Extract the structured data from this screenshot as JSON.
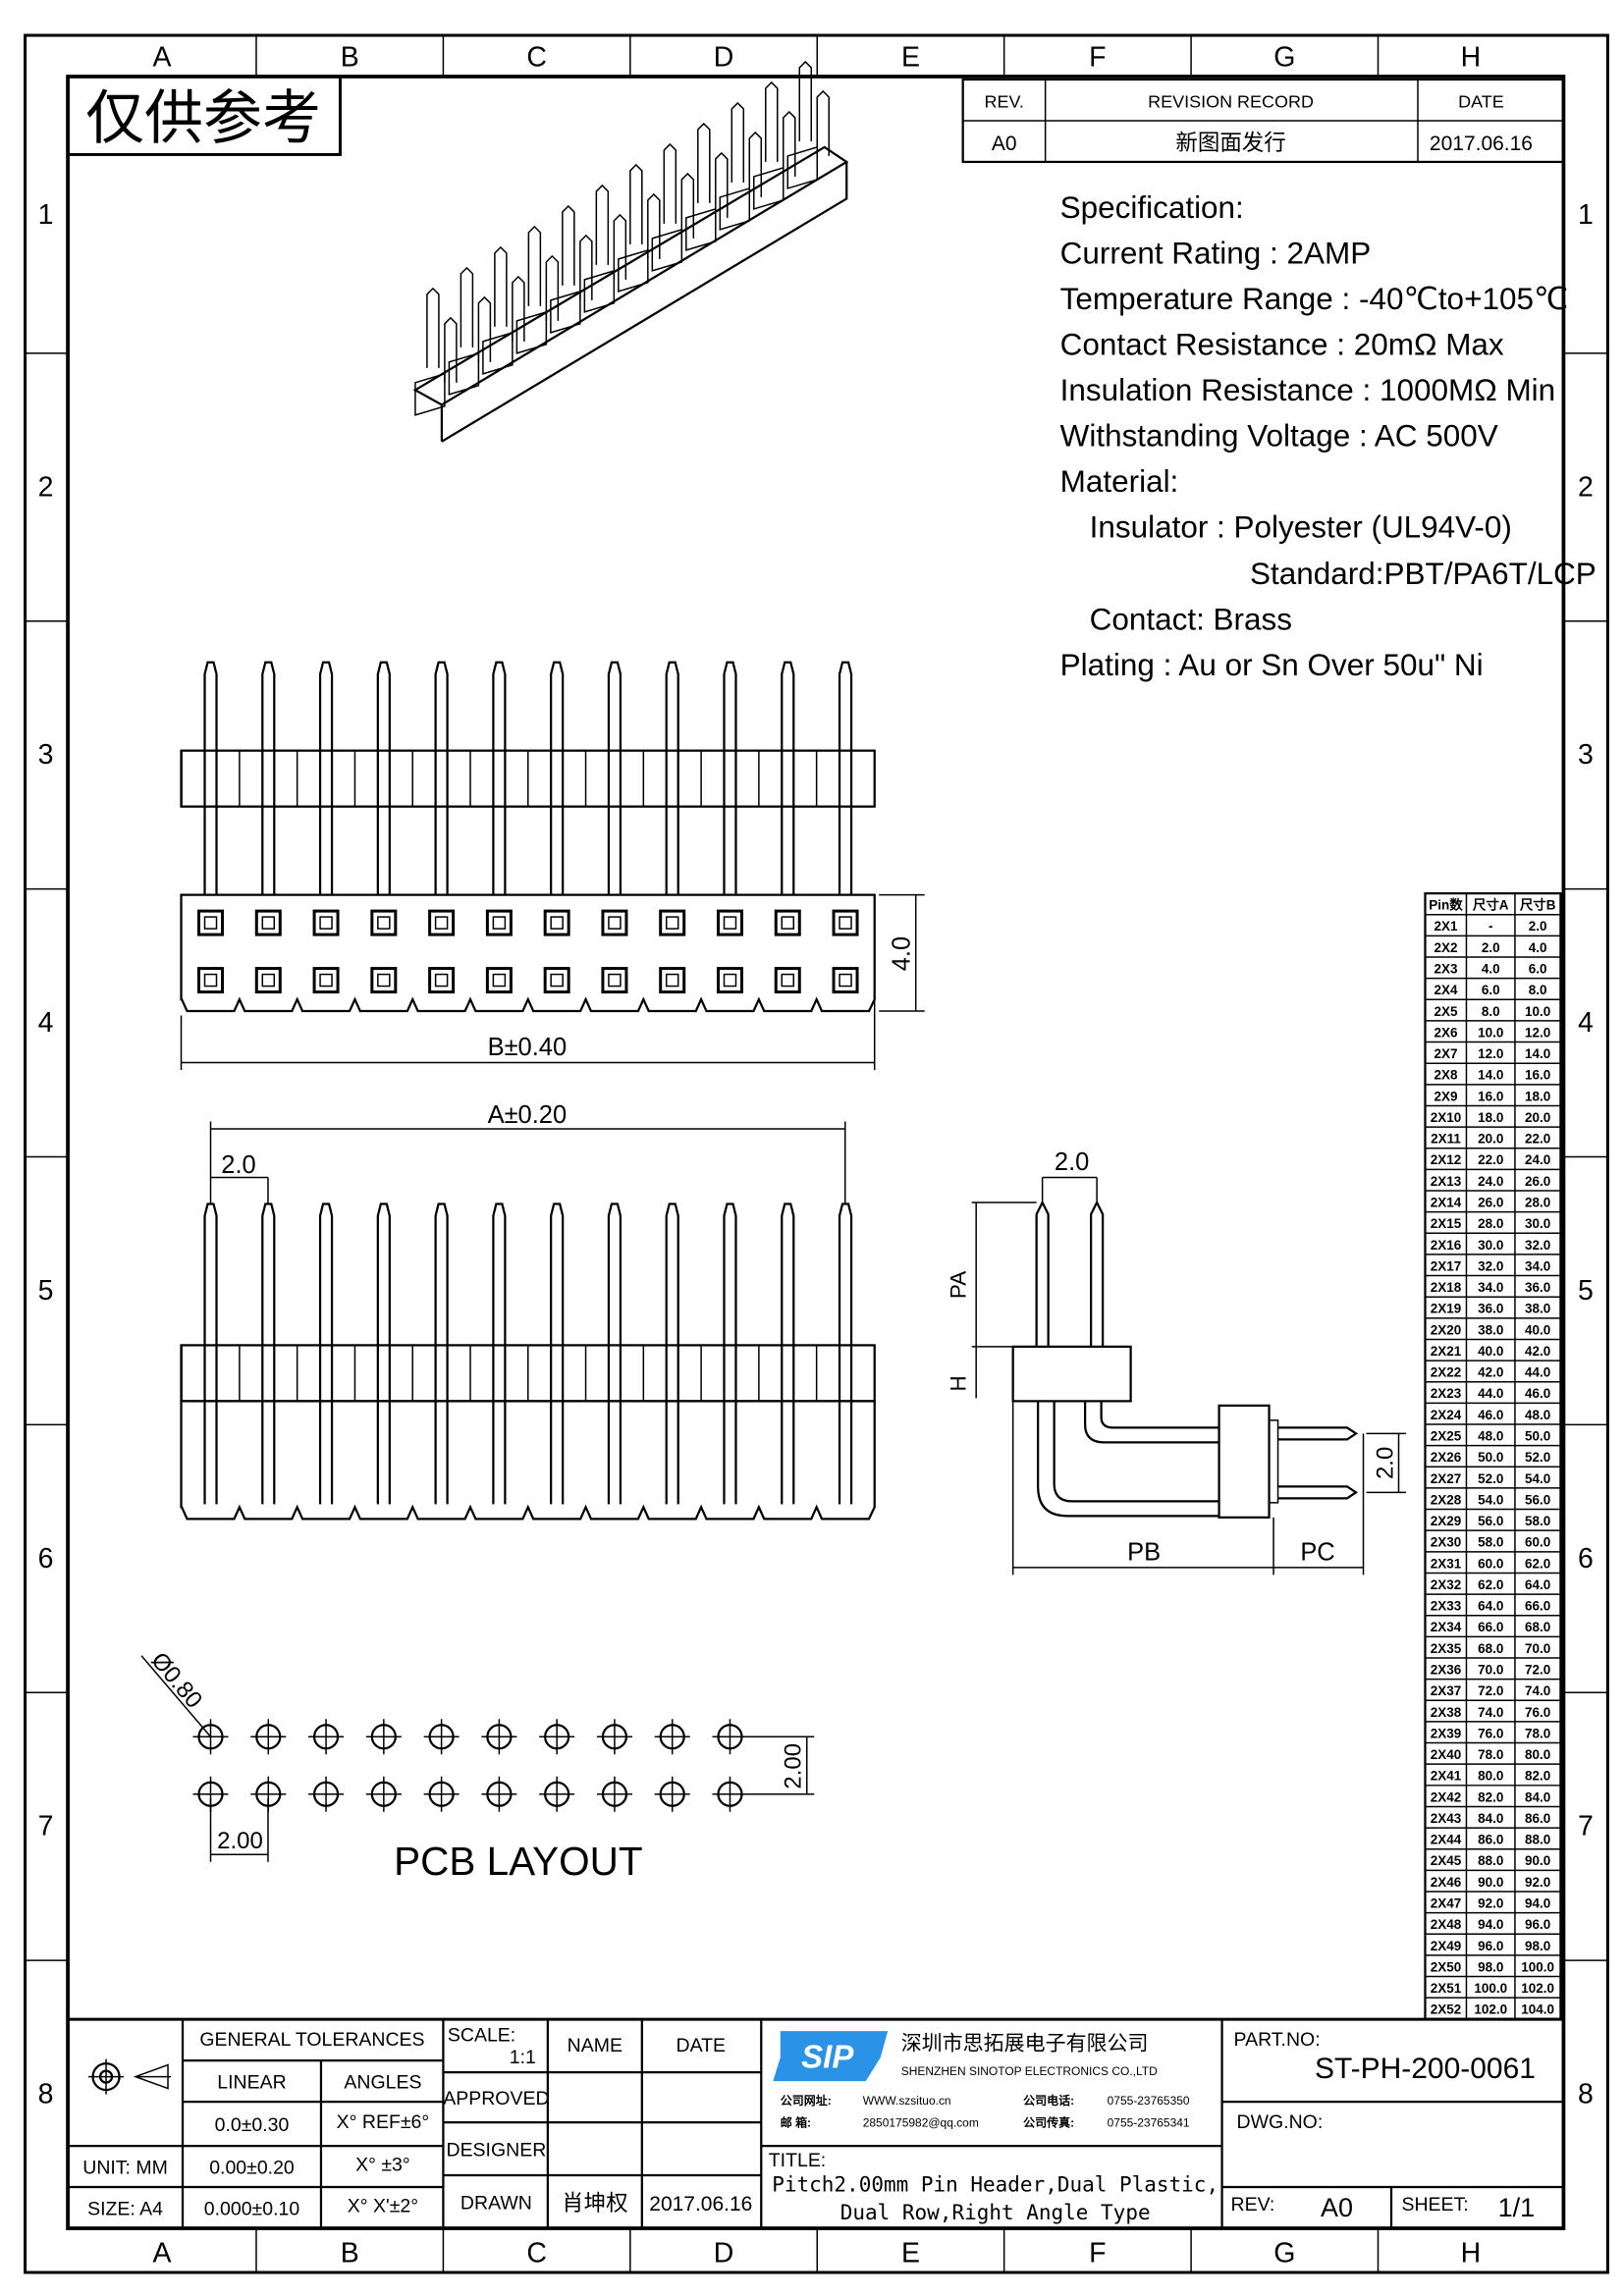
{
  "watermark": "仅供参考",
  "grid": {
    "columns": [
      "A",
      "B",
      "C",
      "D",
      "E",
      "F",
      "G",
      "H"
    ],
    "rows": [
      "1",
      "2",
      "3",
      "4",
      "5",
      "6",
      "7",
      "8"
    ]
  },
  "revision": {
    "headers": [
      "REV.",
      "REVISION RECORD",
      "DATE"
    ],
    "rev": "A0",
    "record": "新图面发行",
    "date": "2017.06.16"
  },
  "specs": [
    "Specification:",
    "Current Rating : 2AMP",
    "Temperature Range : -40℃to+105℃",
    "Contact Resistance : 20mΩ Max",
    "Insulation Resistance : 1000MΩ Min",
    "Withstanding Voltage : AC 500V",
    "Material:",
    "Insulator : Polyester (UL94V-0)",
    "Standard:PBT/PA6T/LCP",
    "Contact: Brass",
    "Plating : Au or Sn Over 50u\" Ni"
  ],
  "dims": {
    "b": "B±0.40",
    "h4": "4.0",
    "a": "A±0.20",
    "p1": "2.0",
    "p2": "2.0",
    "pa": "PA",
    "h": "H",
    "pb": "PB",
    "pc": "PC",
    "v2": "2.0",
    "dia": "Ø0.80",
    "pcb_v": "2.00",
    "pcb_h": "2.00",
    "pcb_title": "PCB LAYOUT"
  },
  "size_table": {
    "headers": [
      "Pin数",
      "尺寸A",
      "尺寸B"
    ],
    "rows": [
      [
        "2X1",
        "-",
        "2.0"
      ],
      [
        "2X2",
        "2.0",
        "4.0"
      ],
      [
        "2X3",
        "4.0",
        "6.0"
      ],
      [
        "2X4",
        "6.0",
        "8.0"
      ],
      [
        "2X5",
        "8.0",
        "10.0"
      ],
      [
        "2X6",
        "10.0",
        "12.0"
      ],
      [
        "2X7",
        "12.0",
        "14.0"
      ],
      [
        "2X8",
        "14.0",
        "16.0"
      ],
      [
        "2X9",
        "16.0",
        "18.0"
      ],
      [
        "2X10",
        "18.0",
        "20.0"
      ],
      [
        "2X11",
        "20.0",
        "22.0"
      ],
      [
        "2X12",
        "22.0",
        "24.0"
      ],
      [
        "2X13",
        "24.0",
        "26.0"
      ],
      [
        "2X14",
        "26.0",
        "28.0"
      ],
      [
        "2X15",
        "28.0",
        "30.0"
      ],
      [
        "2X16",
        "30.0",
        "32.0"
      ],
      [
        "2X17",
        "32.0",
        "34.0"
      ],
      [
        "2X18",
        "34.0",
        "36.0"
      ],
      [
        "2X19",
        "36.0",
        "38.0"
      ],
      [
        "2X20",
        "38.0",
        "40.0"
      ],
      [
        "2X21",
        "40.0",
        "42.0"
      ],
      [
        "2X22",
        "42.0",
        "44.0"
      ],
      [
        "2X23",
        "44.0",
        "46.0"
      ],
      [
        "2X24",
        "46.0",
        "48.0"
      ],
      [
        "2X25",
        "48.0",
        "50.0"
      ],
      [
        "2X26",
        "50.0",
        "52.0"
      ],
      [
        "2X27",
        "52.0",
        "54.0"
      ],
      [
        "2X28",
        "54.0",
        "56.0"
      ],
      [
        "2X29",
        "56.0",
        "58.0"
      ],
      [
        "2X30",
        "58.0",
        "60.0"
      ],
      [
        "2X31",
        "60.0",
        "62.0"
      ],
      [
        "2X32",
        "62.0",
        "64.0"
      ],
      [
        "2X33",
        "64.0",
        "66.0"
      ],
      [
        "2X34",
        "66.0",
        "68.0"
      ],
      [
        "2X35",
        "68.0",
        "70.0"
      ],
      [
        "2X36",
        "70.0",
        "72.0"
      ],
      [
        "2X37",
        "72.0",
        "74.0"
      ],
      [
        "2X38",
        "74.0",
        "76.0"
      ],
      [
        "2X39",
        "76.0",
        "78.0"
      ],
      [
        "2X40",
        "78.0",
        "80.0"
      ],
      [
        "2X41",
        "80.0",
        "82.0"
      ],
      [
        "2X42",
        "82.0",
        "84.0"
      ],
      [
        "2X43",
        "84.0",
        "86.0"
      ],
      [
        "2X44",
        "86.0",
        "88.0"
      ],
      [
        "2X45",
        "88.0",
        "90.0"
      ],
      [
        "2X46",
        "90.0",
        "92.0"
      ],
      [
        "2X47",
        "92.0",
        "94.0"
      ],
      [
        "2X48",
        "94.0",
        "96.0"
      ],
      [
        "2X49",
        "96.0",
        "98.0"
      ],
      [
        "2X50",
        "98.0",
        "100.0"
      ],
      [
        "2X51",
        "100.0",
        "102.0"
      ],
      [
        "2X52",
        "102.0",
        "104.0"
      ]
    ]
  },
  "title_block": {
    "general_tolerances": "GENERAL TOLERANCES",
    "linear": "LINEAR",
    "angles": "ANGLES",
    "lin1": "0.0±0.30",
    "ang1": "X° REF±6°",
    "unit": "UNIT: MM",
    "lin2": "0.00±0.20",
    "ang2": "X° ±3°",
    "size": "SIZE: A4",
    "lin3": "0.000±0.10",
    "ang3": "X° X'±2°",
    "scale_label": "SCALE:",
    "scale": "1:1",
    "name": "NAME",
    "date": "DATE",
    "approved": "APPROVED",
    "designer": "DESIGNER",
    "drawn": "DRAWN",
    "drawn_name": "肖坤权",
    "drawn_date": "2017.06.16",
    "logo": "SIP",
    "company_cn": "深圳市思拓展电子有限公司",
    "company_en": "SHENZHEN SINOTOP ELECTRONICS CO.,LTD",
    "web_label": "公司网址:",
    "web": "WWW.szsituo.cn",
    "mail_label": "邮    箱:",
    "mail": "2850175982@qq.com",
    "tel_label": "公司电话:",
    "tel": "0755-23765350",
    "fax_label": "公司传真:",
    "fax": "0755-23765341",
    "title_label": "TITLE:",
    "title1": "Pitch2.00mm Pin Header,Dual Plastic,",
    "title2": "Dual Row,Right Angle Type",
    "part_label": "PART.NO:",
    "part_no": "ST-PH-200-0061",
    "dwg_label": "DWG.NO:",
    "rev_label": "REV:",
    "rev": "A0",
    "sheet_label": "SHEET:",
    "sheet": "1/1"
  },
  "colors": {
    "logo": "#2a93e8"
  }
}
